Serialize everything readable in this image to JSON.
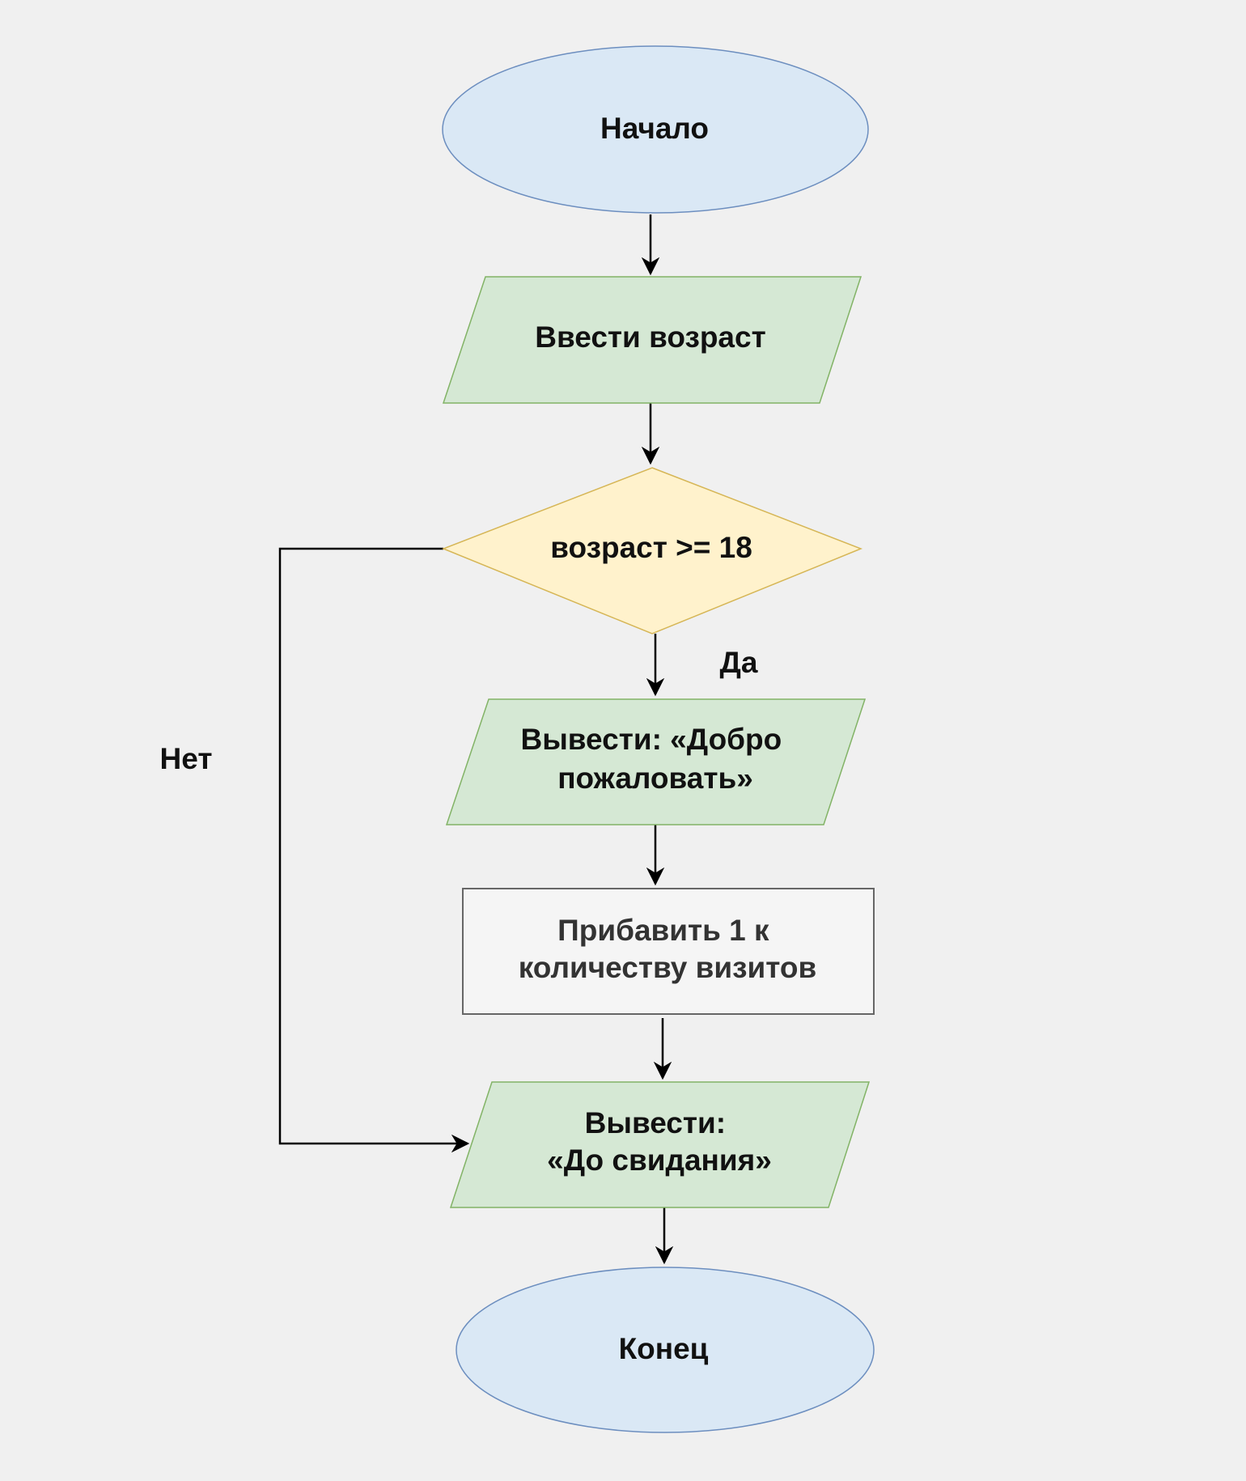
{
  "colors": {
    "background": "#f0f0f0",
    "terminal_fill": "#dae8f5",
    "terminal_stroke": "#6c8ebf",
    "io_fill": "#d5e8d4",
    "io_stroke": "#82b366",
    "decision_fill": "#fff2cc",
    "decision_stroke": "#d6b656",
    "process_fill": "#f5f5f5",
    "process_stroke": "#666666"
  },
  "nodes": {
    "start": {
      "label": "Начало"
    },
    "input_age": {
      "label": "Ввести возраст"
    },
    "decision": {
      "label": "возраст >= 18"
    },
    "output_welcome": {
      "line1": "Вывести: «Добро",
      "line2": "пожаловать»"
    },
    "increment": {
      "line1": "Прибавить 1 к",
      "line2": "количеству визитов"
    },
    "output_goodbye": {
      "line1": "Вывести:",
      "line2": "«До свидания»"
    },
    "end": {
      "label": "Конец"
    }
  },
  "edge_labels": {
    "yes": "Да",
    "no": "Нет"
  }
}
